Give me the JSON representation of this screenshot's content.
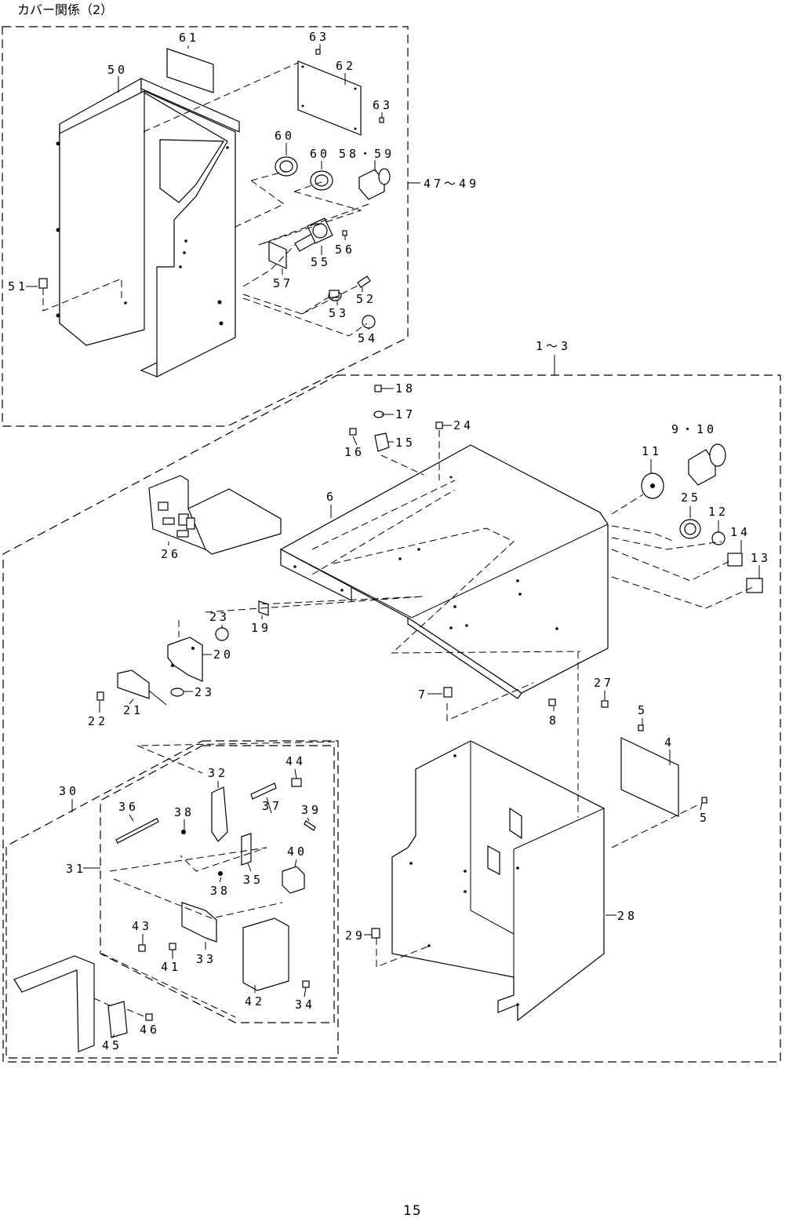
{
  "title": "カバー関係（2）",
  "page_number": "15",
  "group_labels": {
    "cover_group": "47～49",
    "base_group": "1～3",
    "sub_group_30": "30",
    "sub_group_31": "31"
  },
  "part_labels": {
    "p4": "4",
    "p5a": "5",
    "p5b": "5",
    "p6": "6",
    "p7": "7",
    "p8": "8",
    "p9_10": "9・10",
    "p11": "11",
    "p12": "12",
    "p13": "13",
    "p14": "14",
    "p15": "15",
    "p16": "16",
    "p17": "17",
    "p18": "18",
    "p19": "19",
    "p20": "20",
    "p21": "21",
    "p22": "22",
    "p23a": "23",
    "p23b": "23",
    "p24": "24",
    "p25": "25",
    "p26": "26",
    "p27": "27",
    "p28": "28",
    "p29": "29",
    "p32": "32",
    "p33": "33",
    "p34": "34",
    "p35": "35",
    "p36": "36",
    "p37": "37",
    "p38a": "38",
    "p38b": "38",
    "p39": "39",
    "p40": "40",
    "p41": "41",
    "p42": "42",
    "p43": "43",
    "p44": "44",
    "p45": "45",
    "p46": "46",
    "p50": "50",
    "p51": "51",
    "p52": "52",
    "p53": "53",
    "p54": "54",
    "p55": "55",
    "p56": "56",
    "p57": "57",
    "p58_59": "58・59",
    "p60a": "60",
    "p60b": "60",
    "p61": "61",
    "p62": "62",
    "p63a": "63",
    "p63b": "63"
  }
}
